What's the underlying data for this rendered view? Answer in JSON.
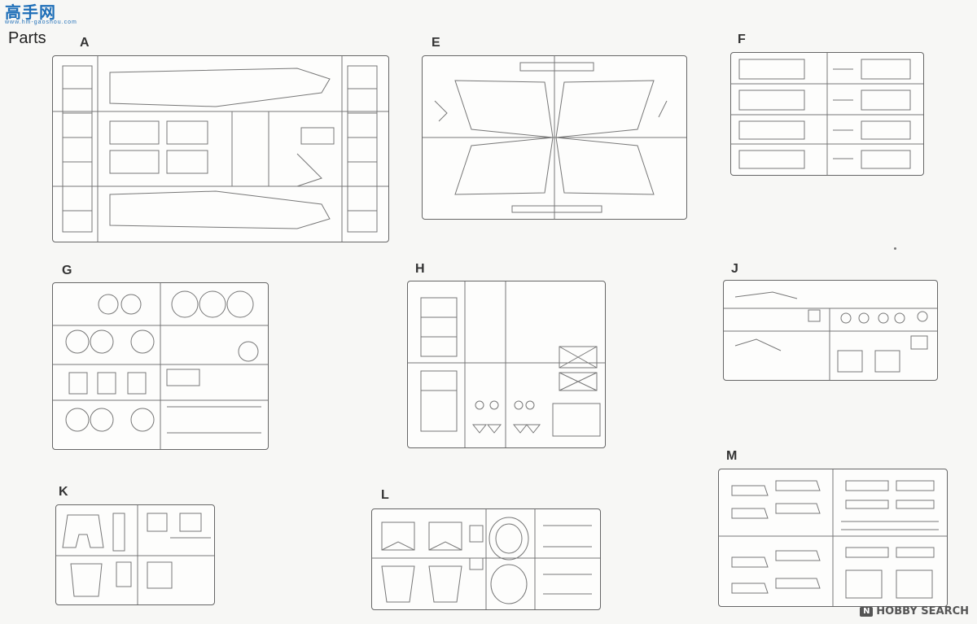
{
  "logo": {
    "text": "高手网",
    "sub": "www.hm-gaoshou.com"
  },
  "title": "Parts",
  "watermark": {
    "badge": "N",
    "text": "HOBBY SEARCH"
  },
  "sprues": [
    {
      "label": "A"
    },
    {
      "label": "E"
    },
    {
      "label": "F"
    },
    {
      "label": "G"
    },
    {
      "label": "H"
    },
    {
      "label": "J"
    },
    {
      "label": "K"
    },
    {
      "label": "L"
    },
    {
      "label": "M"
    }
  ]
}
